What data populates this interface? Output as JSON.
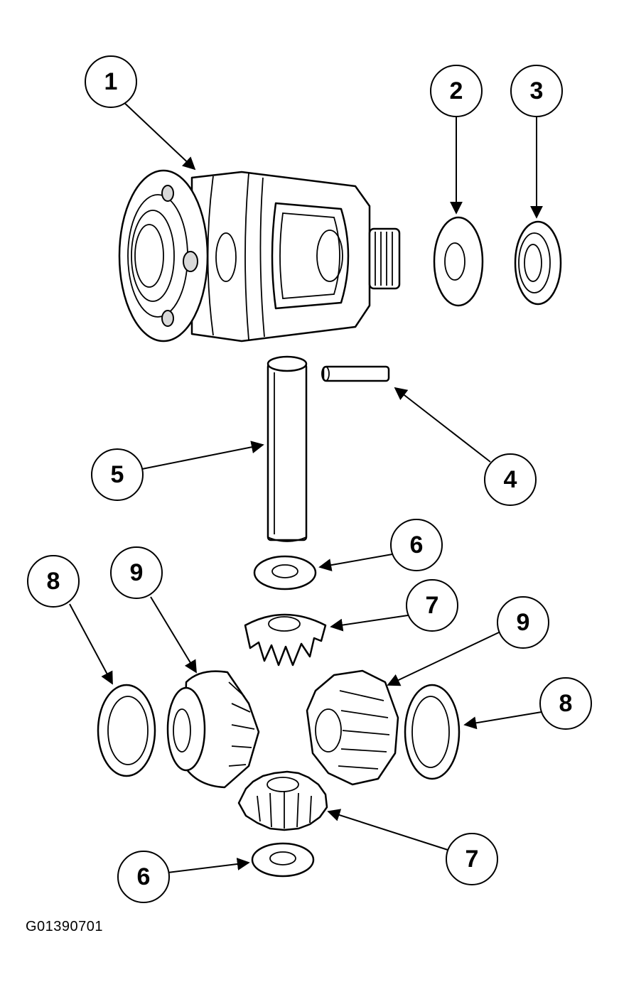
{
  "figure_code": "G01390701",
  "callouts": {
    "c1": "1",
    "c2": "2",
    "c3": "3",
    "c4": "4",
    "c5": "5",
    "c6a": "6",
    "c6b": "6",
    "c7a": "7",
    "c7b": "7",
    "c8a": "8",
    "c8b": "8",
    "c9a": "9",
    "c9b": "9"
  }
}
